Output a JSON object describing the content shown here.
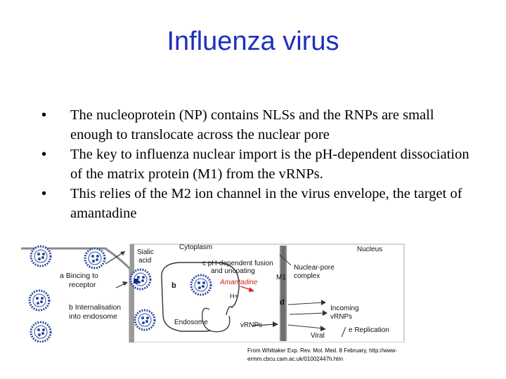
{
  "slide": {
    "title": "Influenza virus",
    "bullets": [
      "The nucleoprotein  (NP) contains NLSs and the RNPs are small enough to translocate across the nuclear pore",
      "The key to influenza nuclear import is the pH-dependent dissociation of the matrix protein (M1) from the vRNPs.",
      "This relies of the M2 ion channel in the virus envelope, the target of amantadine"
    ],
    "bullet_marker": "•",
    "credit_line1": "From Whittaker Exp. Rev. Mol. Med. 8 February, http://www-",
    "credit_line2": "ermm.cbcu.cam.ac.uk/01002447h.htm"
  },
  "figure": {
    "label_a": "a  Bincing to",
    "label_a2": "receptor",
    "label_b": "b  Internalisation",
    "label_b2": "into endosome",
    "sialic1": "Sialic",
    "sialic2": "acid",
    "cytoplasm": "Cytoplasm",
    "nucleus": "Nucleus",
    "ph1": "c  pH-dependent fusion",
    "ph2": "and uncoating",
    "amantadine": "Amantadine",
    "m1": "M1",
    "np1": "Nuclear-pore",
    "np2": "complex",
    "hplus": "H+",
    "letter_b": "b",
    "letter_d": "d",
    "endosome": "Endosome",
    "vrnps": "vRNPs",
    "incoming1": "Incoming",
    "incoming2": "vRNPs",
    "replication": "e  Replication",
    "viral": "Viral",
    "colors": {
      "amantadine": "#d42020",
      "membrane": "#8a8a8a",
      "virus": "#2a4b9b"
    }
  }
}
